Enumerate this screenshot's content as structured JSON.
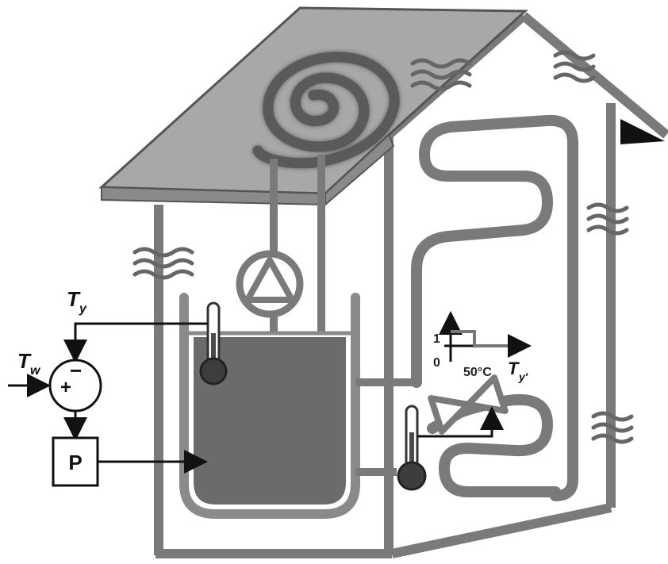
{
  "labels": {
    "ty": "T",
    "ty_sub": "y",
    "tw": "T",
    "tw_sub": "w",
    "plus": "+",
    "minus": "−",
    "controller": "P",
    "axis_one": "1",
    "axis_zero": "0",
    "axis_temp": "50°C",
    "typrime": "T",
    "typrime_sub": "y′"
  },
  "colors": {
    "pipe": "#7a7a7a",
    "roof": "#a8a8a8",
    "wall_outline": "#6e6e6e",
    "tank_fluid": "#6b6b6b",
    "spiral": "#5a5a5a",
    "black": "#111111"
  }
}
